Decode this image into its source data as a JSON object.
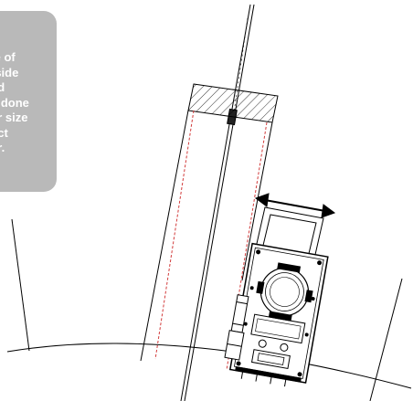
{
  "note": {
    "lines": [
      "le of",
      "tside",
      "ed",
      "e done",
      "er size",
      "ect",
      "er."
    ]
  },
  "colors": {
    "line": "#000000",
    "hidden_line": "#d23b3b",
    "note_background": "#b9b9b9",
    "note_text": "#ffffff"
  }
}
